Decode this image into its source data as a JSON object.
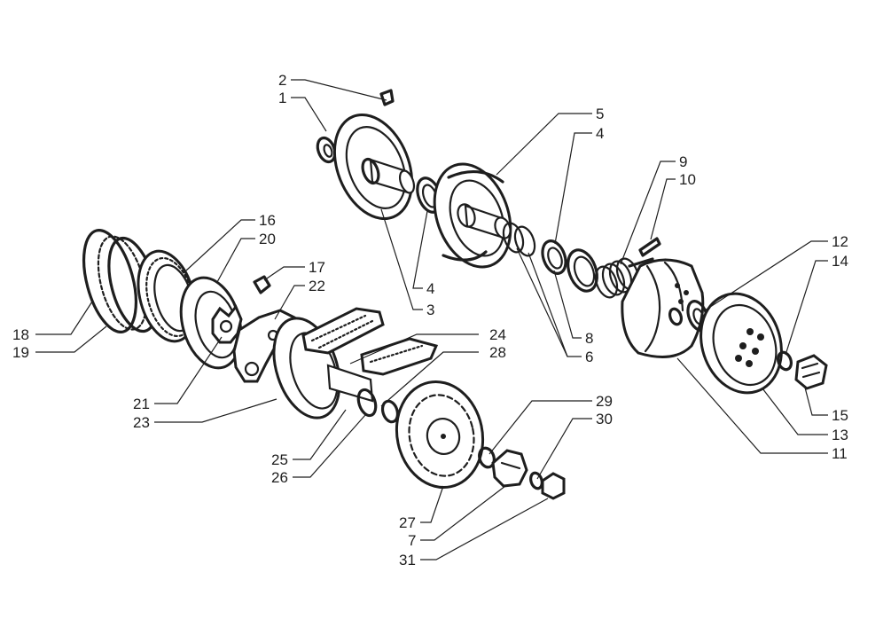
{
  "diagram": {
    "type": "exploded-parts-view",
    "line_color": "#1e1e1e",
    "background": "#ffffff",
    "callouts": [
      {
        "id": "c2",
        "label": "2"
      },
      {
        "id": "c1",
        "label": "1"
      },
      {
        "id": "c5",
        "label": "5"
      },
      {
        "id": "c4a",
        "label": "4"
      },
      {
        "id": "c9",
        "label": "9"
      },
      {
        "id": "c10",
        "label": "10"
      },
      {
        "id": "c16",
        "label": "16"
      },
      {
        "id": "c20",
        "label": "20"
      },
      {
        "id": "c12",
        "label": "12"
      },
      {
        "id": "c14",
        "label": "14"
      },
      {
        "id": "c17",
        "label": "17"
      },
      {
        "id": "c22",
        "label": "22"
      },
      {
        "id": "c4b",
        "label": "4"
      },
      {
        "id": "c3",
        "label": "3"
      },
      {
        "id": "c18",
        "label": "18"
      },
      {
        "id": "c19",
        "label": "19"
      },
      {
        "id": "c24",
        "label": "24"
      },
      {
        "id": "c28",
        "label": "28"
      },
      {
        "id": "c8",
        "label": "8"
      },
      {
        "id": "c6",
        "label": "6"
      },
      {
        "id": "c21",
        "label": "21"
      },
      {
        "id": "c23",
        "label": "23"
      },
      {
        "id": "c29",
        "label": "29"
      },
      {
        "id": "c30",
        "label": "30"
      },
      {
        "id": "c15",
        "label": "15"
      },
      {
        "id": "c13",
        "label": "13"
      },
      {
        "id": "c11",
        "label": "11"
      },
      {
        "id": "c25",
        "label": "25"
      },
      {
        "id": "c26",
        "label": "26"
      },
      {
        "id": "c27",
        "label": "27"
      },
      {
        "id": "c7",
        "label": "7"
      },
      {
        "id": "c31",
        "label": "31"
      }
    ]
  }
}
